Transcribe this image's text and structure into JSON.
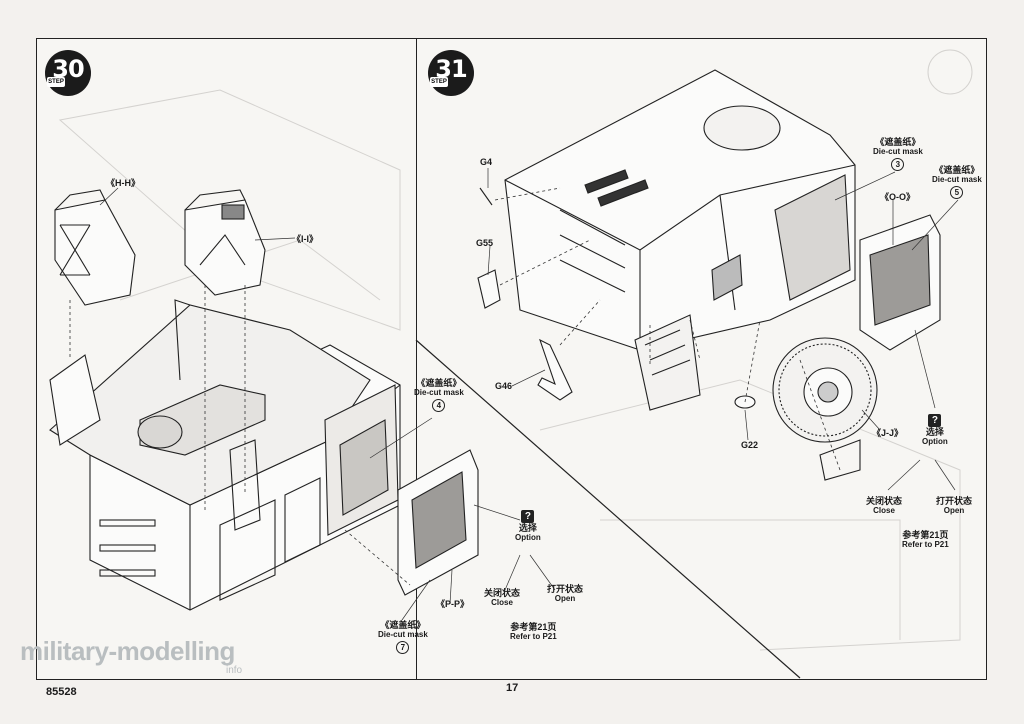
{
  "page": {
    "kit_number": "85528",
    "page_number": "17"
  },
  "step30": {
    "number": "30",
    "step_word": "STEP",
    "parts": {
      "hh": "《H-H》",
      "ii": "《I-I》",
      "pp": "《P-P》"
    },
    "mask_top": {
      "cn": "《遮盖纸》",
      "en": "Die-cut mask",
      "num": "4"
    },
    "mask_bottom": {
      "cn": "《遮盖纸》",
      "en": "Die-cut mask",
      "num": "7"
    },
    "option": {
      "icon": "?",
      "cn": "选择",
      "en": "Option"
    },
    "close": {
      "cn": "关闭状态",
      "en": "Close"
    },
    "open": {
      "cn": "打开状态",
      "en": "Open"
    },
    "refer": {
      "cn": "参考第21页",
      "en": "Refer to P21"
    }
  },
  "step31": {
    "number": "31",
    "step_word": "STEP",
    "parts": {
      "g4": "G4",
      "g55": "G55",
      "g46": "G46",
      "g22": "G22",
      "oo": "《O-O》",
      "jj": "《J-J》"
    },
    "mask_left": {
      "cn": "《遮盖纸》",
      "en": "Die-cut mask",
      "num": "3"
    },
    "mask_right": {
      "cn": "《遮盖纸》",
      "en": "Die-cut mask",
      "num": "5"
    },
    "option": {
      "icon": "?",
      "cn": "选择",
      "en": "Option"
    },
    "close": {
      "cn": "关闭状态",
      "en": "Close"
    },
    "open": {
      "cn": "打开状态",
      "en": "Open"
    },
    "refer": {
      "cn": "参考第21页",
      "en": "Refer to P21"
    }
  },
  "watermark": {
    "text": "military-modelling",
    "sub": "info"
  }
}
